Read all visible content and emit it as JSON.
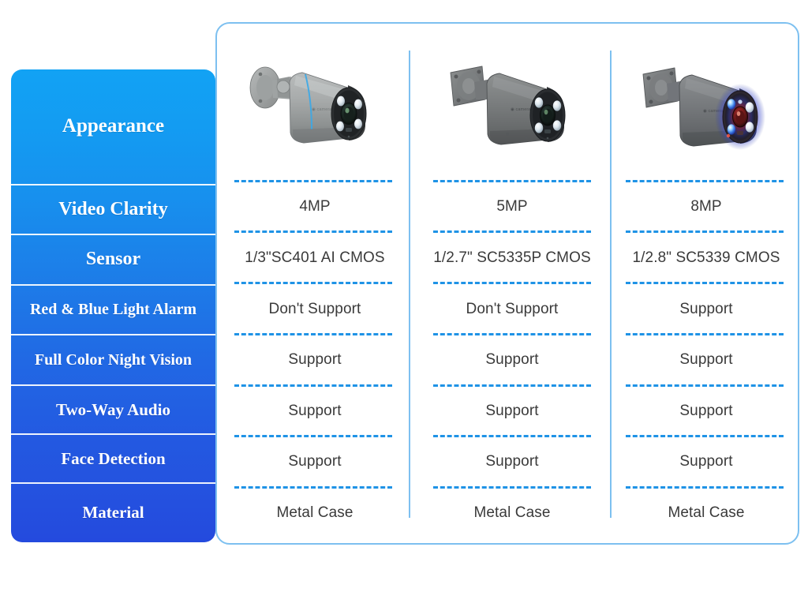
{
  "card": {
    "border_color": "#7dc0f0",
    "background": "#ffffff"
  },
  "sidebar": {
    "gradient_top": "#12a2f4",
    "gradient_bottom": "#244ade",
    "text_color": "#ffffff",
    "rows": [
      {
        "label": "Appearance"
      },
      {
        "label": "Video Clarity"
      },
      {
        "label": "Sensor"
      },
      {
        "label": "Red & Blue Light Alarm"
      },
      {
        "label": "Full Color Night Vision"
      },
      {
        "label": "Two-Way Audio"
      },
      {
        "label": "Face Detection"
      },
      {
        "label": "Material"
      }
    ]
  },
  "table": {
    "dash_color": "#1f93e6",
    "text_color": "#3a3a3a",
    "row_labels": [
      "Appearance",
      "Video Clarity",
      "Sensor",
      "Red & Blue Light Alarm",
      "Full Color Night Vision",
      "Two-Way Audio",
      "Face Detection",
      "Material"
    ],
    "columns": [
      {
        "camera_icon": "bullet-camera-silver-blue-stripe",
        "video_clarity": "4MP",
        "sensor": "1/3\"SC401 AI CMOS",
        "red_blue_light_alarm": "Don't Support",
        "full_color_night_vision": "Support",
        "two_way_audio": "Support",
        "face_detection": "Support",
        "material": "Metal Case"
      },
      {
        "camera_icon": "bullet-camera-dark-gray",
        "video_clarity": "5MP",
        "sensor": "1/2.7\" SC5335P CMOS",
        "red_blue_light_alarm": "Don't Support",
        "full_color_night_vision": "Support",
        "two_way_audio": "Support",
        "face_detection": "Support",
        "material": "Metal Case"
      },
      {
        "camera_icon": "bullet-camera-red-blue-alarm-leds",
        "video_clarity": "8MP",
        "sensor": "1/2.8\" SC5339 CMOS",
        "red_blue_light_alarm": "Support",
        "full_color_night_vision": "Support",
        "two_way_audio": "Support",
        "face_detection": "Support",
        "material": "Metal Case"
      }
    ]
  }
}
